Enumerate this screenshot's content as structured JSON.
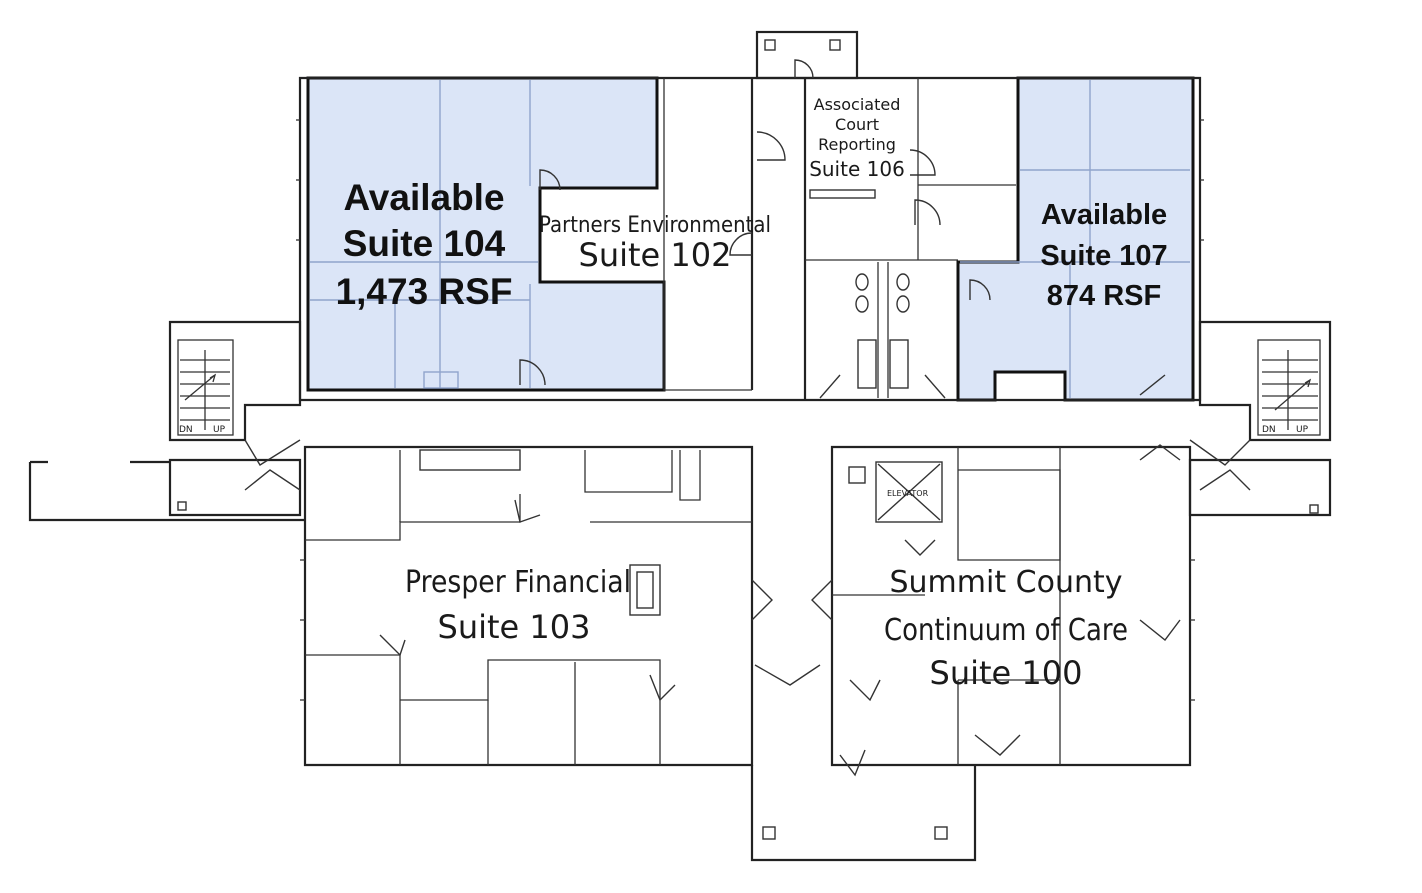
{
  "suites": {
    "s104": {
      "line1": "Available",
      "line2": "Suite 104",
      "line3": "1,473 RSF",
      "highlight": "#dbe5f7"
    },
    "s107": {
      "line1": "Available",
      "line2": "Suite 107",
      "line3": "874 RSF",
      "highlight": "#dbe5f7"
    },
    "s102": {
      "line1": "Partners Environmental",
      "line2": "Suite 102"
    },
    "s106": {
      "line1": "Associated",
      "line2": "Court",
      "line3": "Reporting",
      "line4": "Suite 106"
    },
    "s103": {
      "line1": "Presper Financial",
      "line2": "Suite 103"
    },
    "s100": {
      "line1": "Summit County",
      "line2": "Continuum of Care",
      "line3": "Suite 100"
    }
  },
  "elevator_label": "ELEVATOR",
  "stair_labels": {
    "left_dn": "DN",
    "left_up": "UP",
    "right_dn": "DN",
    "right_up": "UP"
  }
}
